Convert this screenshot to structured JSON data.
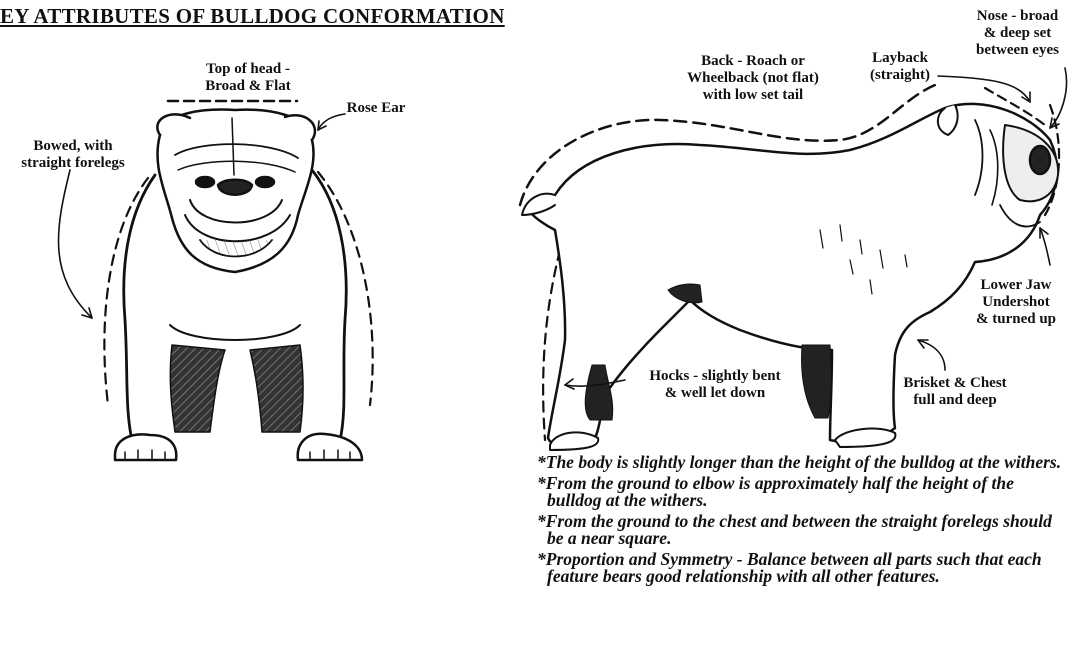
{
  "title": "EY ATTRIBUTES OF BULLDOG CONFORMATION",
  "front_view": {
    "labels": {
      "top_of_head": "Top of head -\nBroad & Flat",
      "rose_ear": "Rose Ear",
      "bowed": "Bowed, with\nstraight forelegs"
    }
  },
  "side_view": {
    "labels": {
      "back": "Back - Roach or\nWheelback (not flat)\nwith low set tail",
      "layback": "Layback\n(straight)",
      "nose": "Nose - broad\n& deep set\nbetween eyes",
      "lower_jaw": "Lower Jaw\nUndershot\n& turned up",
      "brisket": "Brisket & Chest\nfull and deep",
      "hocks": "Hocks - slightly bent\n& well let down"
    }
  },
  "notes": [
    "*The body is slightly longer than the height of the bulldog at the withers.",
    "*From the ground to elbow is approximately half the height of the bulldog at the withers.",
    "*From the ground to the chest and between the straight forelegs should be a near square.",
    "*Proportion and Symmetry - Balance between all parts such that each feature bears good relationship with all other features."
  ],
  "colors": {
    "ink": "#111111",
    "background": "#ffffff"
  }
}
